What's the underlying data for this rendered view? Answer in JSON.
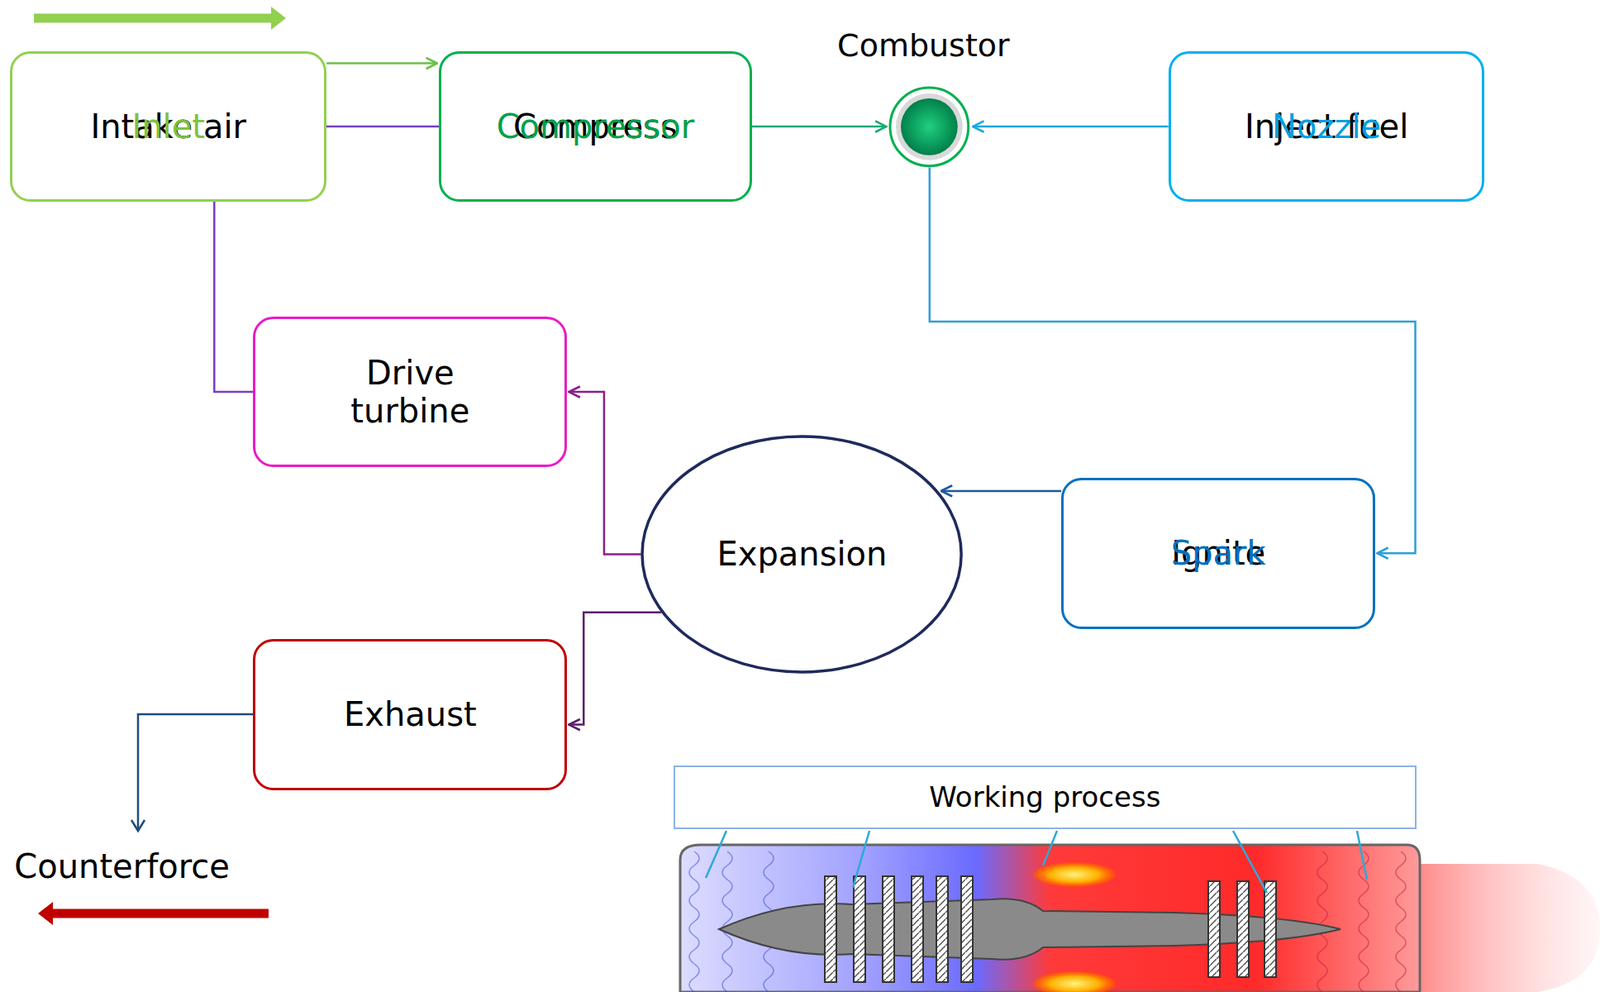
{
  "diagram": {
    "nodes": [
      {
        "text": [
          "Intake air",
          "Inlet"
        ]
      },
      {
        "text": [
          "Compress",
          "Compressor"
        ]
      },
      {
        "text": [
          "Combustor"
        ]
      },
      {
        "text": [
          "Inject fuel",
          "Nozzle"
        ]
      },
      {
        "text": [
          "Drive turbine"
        ]
      },
      {
        "text": [
          "Expansion"
        ]
      },
      {
        "text": [
          "Ignite",
          "Spark"
        ]
      },
      {
        "text": [
          "Exhaust"
        ]
      },
      {
        "text": [
          "Working process"
        ]
      }
    ],
    "edges": [
      {
        "from": 0,
        "to": 1,
        "arrow": "to"
      },
      {
        "from": 1,
        "to": 2,
        "arrow": "to"
      },
      {
        "from": 3,
        "to": 2,
        "arrow": "to"
      },
      {
        "from": 2,
        "to": 6,
        "arrow": "to"
      },
      {
        "from": 6,
        "to": 5,
        "arrow": "to"
      },
      {
        "from": 5,
        "to": 4,
        "arrow": "to"
      },
      {
        "from": 4,
        "to": 1,
        "arrow": "to"
      },
      {
        "from": 5,
        "to": 7,
        "arrow": "to"
      }
    ],
    "labels": [
      "Counterforce"
    ]
  }
}
